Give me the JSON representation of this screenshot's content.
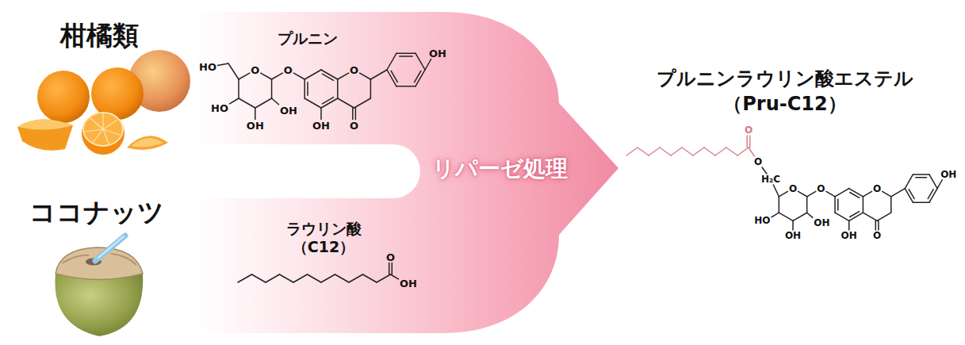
{
  "diagram": {
    "nodes": [
      {
        "text": [
          "プルニン",
          "ラウリン酸 （C12）",
          "リパーゼ処理"
        ]
      }
    ],
    "labels": [
      "柑橘類",
      "ココナッツ",
      "HO",
      "O",
      "O",
      "O",
      "OH",
      "HO",
      "OH",
      "OH",
      "OH",
      "O",
      "O",
      "OH",
      "プルニンラウリン酸エステル （Pru-C12）",
      "O",
      "O",
      "H₂C",
      "O",
      "O",
      "O",
      "OH",
      "HO",
      "OH",
      "OH",
      "OH",
      "O"
    ]
  }
}
